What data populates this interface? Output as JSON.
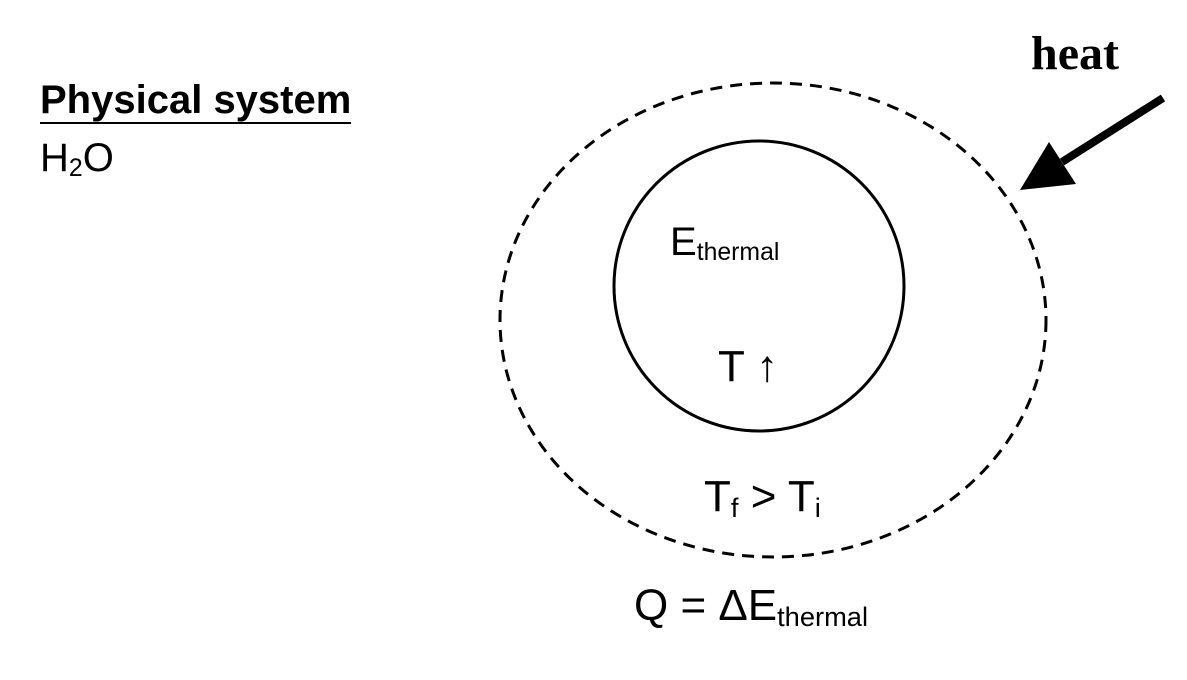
{
  "system": {
    "heading": "Physical system",
    "substance": {
      "base": "H",
      "subscript": "2",
      "tail": "O"
    }
  },
  "heat_label": "heat",
  "energy_store": {
    "symbol": "E",
    "subscript": "thermal"
  },
  "temperature_change": "T ↑",
  "temperature_relation": {
    "final_symbol": "T",
    "final_subscript": "f",
    "operator": " > ",
    "initial_symbol": "T",
    "initial_subscript": "i"
  },
  "equation": {
    "left": "Q = ΔE",
    "subscript": "thermal"
  },
  "colors": {
    "ink": "#000000",
    "background": "#ffffff"
  }
}
